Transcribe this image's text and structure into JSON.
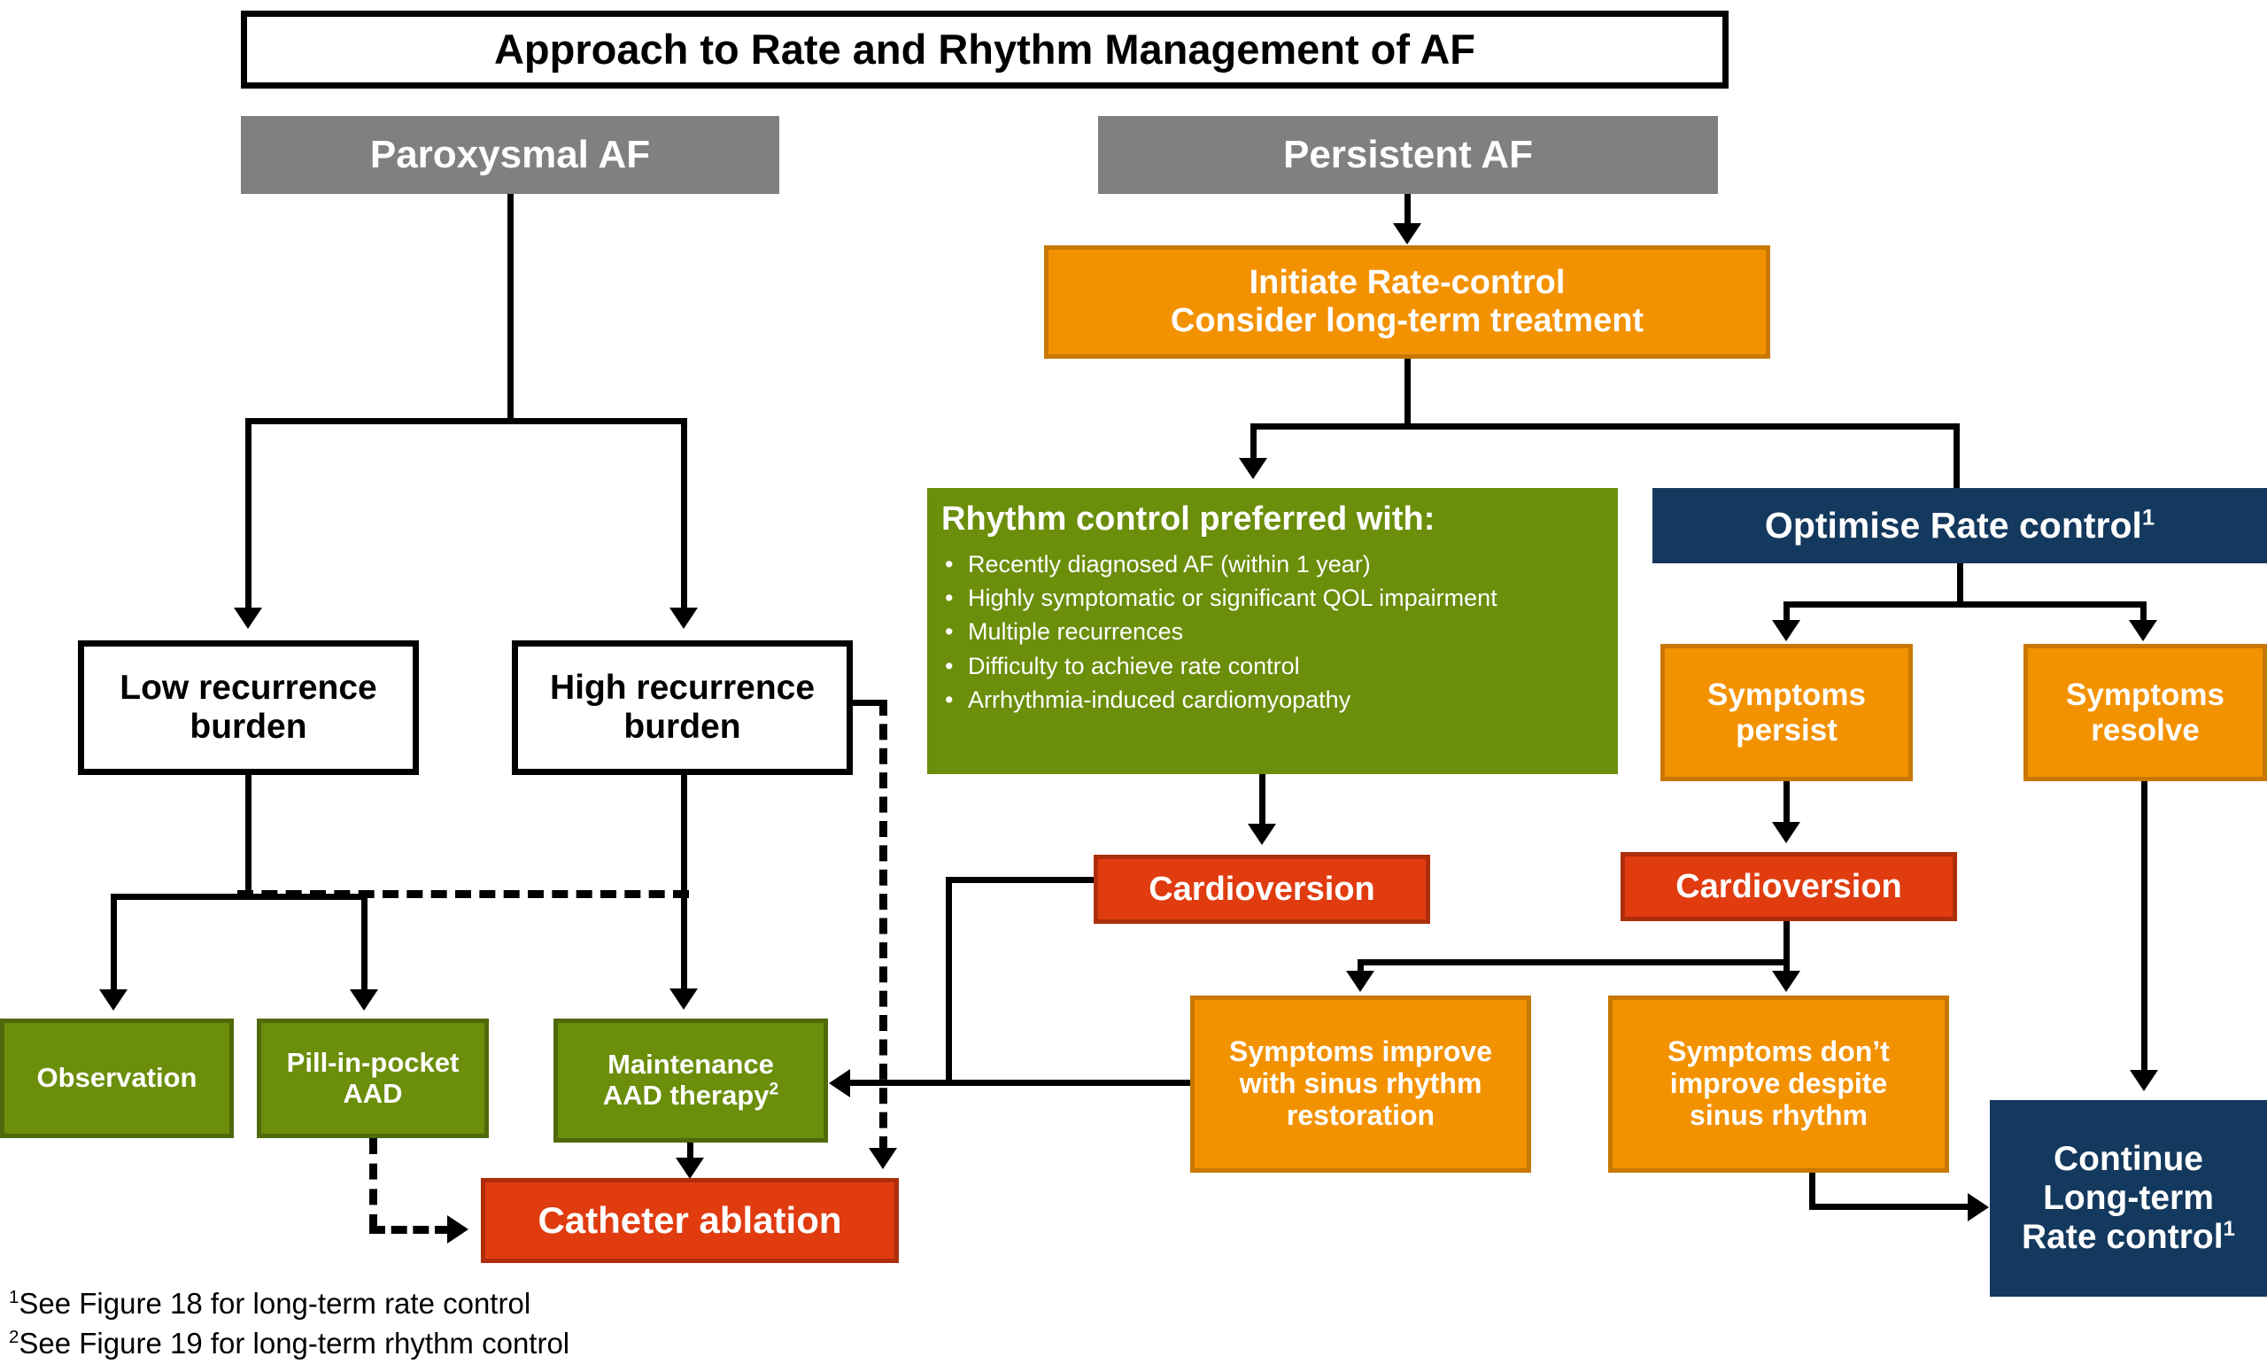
{
  "figure": {
    "title": "Approach to Rate and Rhythm Management of AF"
  },
  "colors": {
    "grey": "#808080",
    "orange": "#F39200",
    "orange_border": "#C87800",
    "green": "#6B8E0B",
    "green_border": "#50690A",
    "red": "#E03C10",
    "red_border": "#AE2E0C",
    "blue": "#14395E",
    "outline": "#000000",
    "white": "#FFFFFF"
  },
  "branches": {
    "paroxysmal": {
      "heading": "Paroxysmal AF",
      "low_burden": {
        "line1": "Low recurrence",
        "line2": "burden"
      },
      "high_burden": {
        "line1": "High recurrence",
        "line2": "burden"
      },
      "observation": "Observation",
      "pill_in_pocket": {
        "line1": "Pill-in-pocket",
        "line2": "AAD"
      },
      "maintenance_aad": {
        "line1": "Maintenance",
        "line2": "AAD therapy",
        "sup": "2"
      },
      "catheter_ablation": "Catheter ablation"
    },
    "persistent": {
      "heading": "Persistent AF",
      "initiate": {
        "line1": "Initiate Rate-control",
        "line2": "Consider long-term treatment"
      },
      "rhythm_control": {
        "heading": "Rhythm control preferred with:",
        "bullets": [
          "Recently diagnosed AF (within 1 year)",
          "Highly symptomatic or significant QOL impairment",
          "Multiple recurrences",
          "Difficulty to achieve rate control",
          "Arrhythmia-induced cardiomyopathy"
        ]
      },
      "cardioversion_left": "Cardioversion",
      "cardioversion_right": "Cardioversion",
      "optimise_rate": {
        "text": "Optimise Rate control",
        "sup": "1"
      },
      "symptoms_persist": {
        "line1": "Symptoms",
        "line2": "persist"
      },
      "symptoms_resolve": {
        "line1": "Symptoms",
        "line2": "resolve"
      },
      "symptoms_improve": {
        "line1": "Symptoms improve",
        "line2": "with sinus rhythm",
        "line3": "restoration"
      },
      "symptoms_dont_improve": {
        "line1": "Symptoms don’t",
        "line2": "improve despite",
        "line3": "sinus rhythm"
      },
      "continue_longterm": {
        "line1": "Continue",
        "line2": "Long-term",
        "line3": "Rate control",
        "sup": "1"
      }
    }
  },
  "footnotes": {
    "one_marker": "1",
    "one_text": "See Figure 18 for long-term rate control",
    "two_marker": "2",
    "two_text": "See Figure 19 for long-term rhythm control"
  }
}
